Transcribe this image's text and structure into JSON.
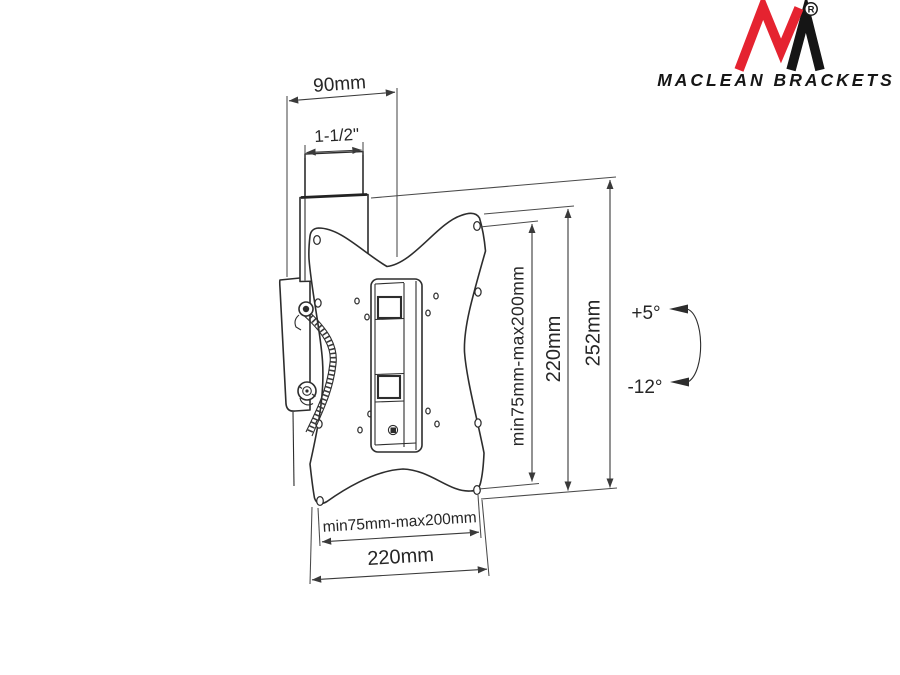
{
  "logo": {
    "brand": "MACLEAN BRACKETS",
    "registered_mark": "R"
  },
  "dimensions": {
    "arm_depth": "90mm",
    "tube_diameter": "1-1/2\"",
    "vesa_vertical_range": "min75mm-max200mm",
    "plate_height_inner": "220mm",
    "plate_height_overall": "252mm",
    "vesa_horizontal_range": "min75mm-max200mm",
    "plate_width": "220mm"
  },
  "tilt": {
    "up": "+5°",
    "down": "-12°"
  },
  "colors": {
    "outline": "#2d2d2d",
    "dimension": "#3a3a3a",
    "logo_red": "#e52330",
    "logo_black": "#151515"
  }
}
